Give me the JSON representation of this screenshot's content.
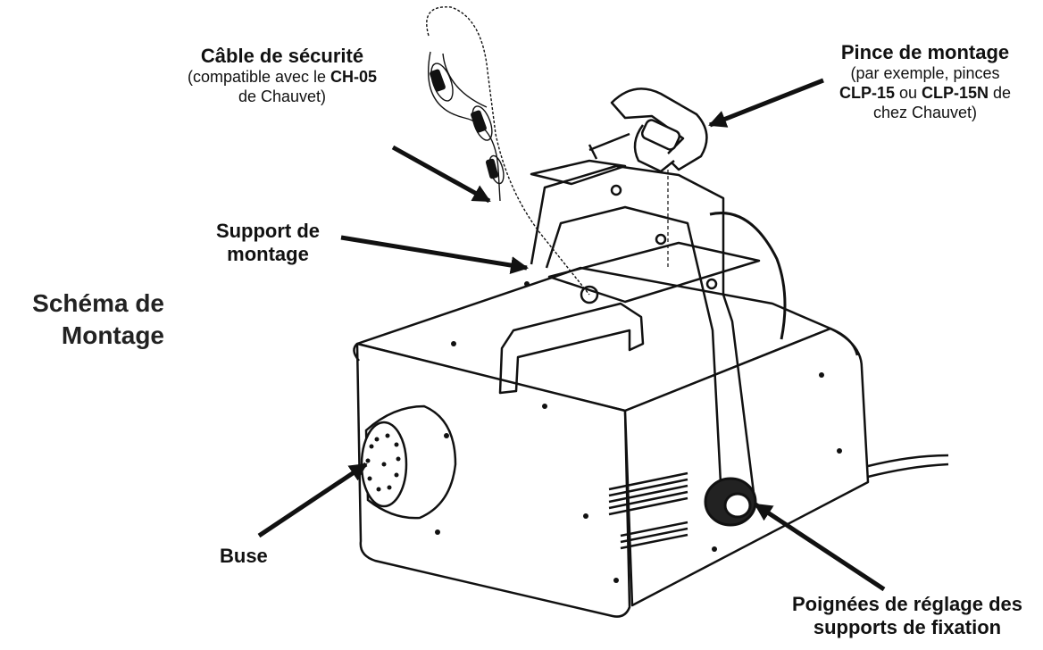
{
  "title": {
    "line1": "Schéma de",
    "line2": "Montage"
  },
  "labels": {
    "safety_cable": {
      "heading": "Câble de sécurité",
      "line1_pre": "(compatible avec le ",
      "line1_bold": "CH-05",
      "line2": "de Chauvet)"
    },
    "mounting_clamp": {
      "heading": "Pince de montage",
      "line1": "(par exemple, pinces",
      "line2_bold1": "CLP-15",
      "line2_mid": " ou ",
      "line2_bold2": "CLP-15N",
      "line2_post": " de",
      "line3": "chez Chauvet)"
    },
    "mounting_bracket": {
      "line1": "Support de",
      "line2": "montage"
    },
    "nozzle": "Buse",
    "adjust_knobs": {
      "line1": "Poignées de réglage des",
      "line2": "supports de fixation"
    }
  },
  "colors": {
    "ink": "#111111",
    "background": "#ffffff"
  }
}
